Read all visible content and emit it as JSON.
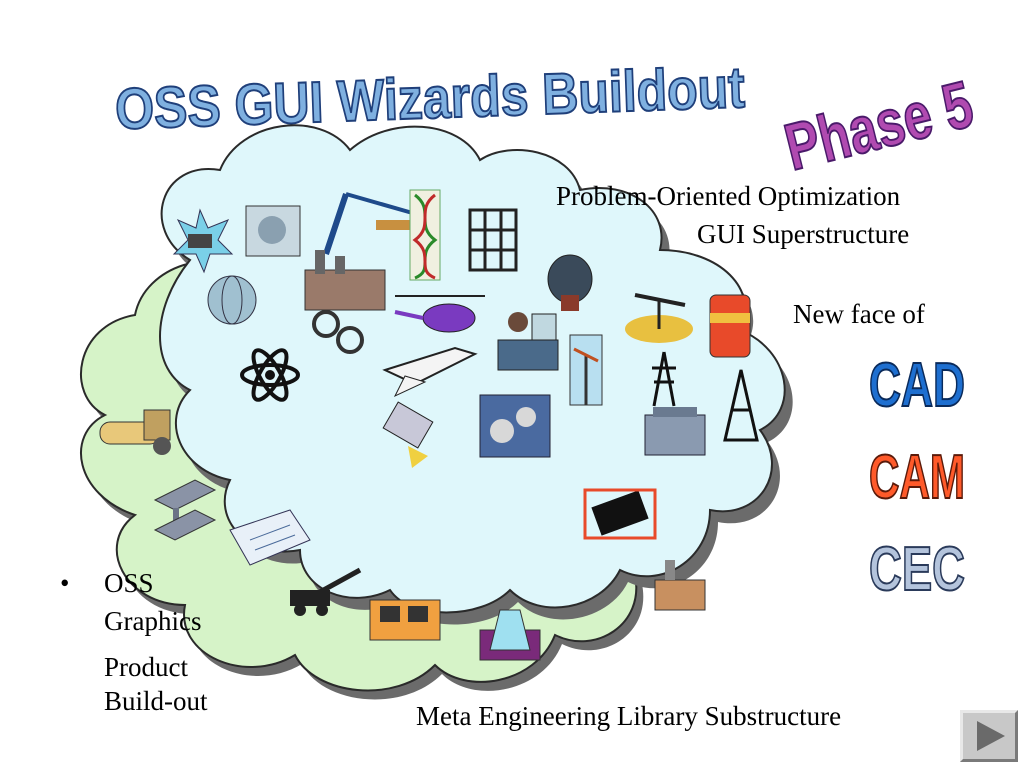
{
  "slide": {
    "title": "OSS GUI Wizards Buildout",
    "phase_label": "Phase 5",
    "superstructure_line1": "Problem-Oriented Optimization",
    "superstructure_line2": "GUI Superstructure",
    "new_face_label": "New face of",
    "badges": [
      "CAD",
      "CAM",
      "CEC"
    ],
    "bullet": {
      "line1": "OSS",
      "line2": "Graphics",
      "line3": "Product",
      "line4": "Build-out"
    },
    "substructure_label": "Meta Engineering Library Substructure"
  },
  "colors": {
    "title_fill": "#7fb0e0",
    "phase_fill": "#b04ab0",
    "cad_fill": "#1e6fd0",
    "cam_fill": "#ff5a2a",
    "cec_fill": "#b4c4dc",
    "top_cloud": "#dff7fb",
    "bottom_cloud": "#d6f3c8"
  },
  "icons": [
    "chip-icon",
    "satellite-icon",
    "crane-icon",
    "dna-icon",
    "scaffold-icon",
    "factory-icon",
    "furnace-icon",
    "helicopter-icon",
    "oil-pump-icon",
    "canister-icon",
    "roller-icon",
    "chain-icon",
    "atom-icon",
    "space-shuttle-icon",
    "lab-workstation-icon",
    "windmill-icon",
    "power-tower-icon",
    "oil-rig-icon",
    "steel-beam-icon",
    "gears-icon",
    "drill-icon",
    "engine-icon",
    "blueprint-icon",
    "excavator-icon",
    "lab-beaker-icon",
    "computer-operator-icon",
    "microchip-icon",
    "refinery-icon",
    "globe-icon"
  ],
  "nav": {
    "next_icon": "play-triangle-icon"
  }
}
